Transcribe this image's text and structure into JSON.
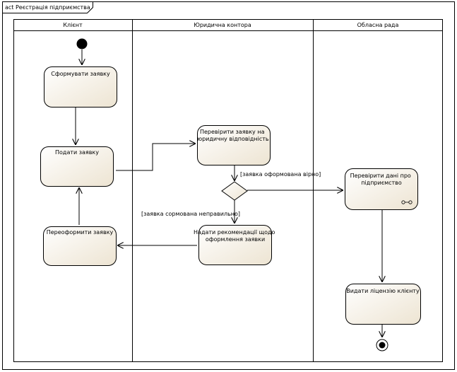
{
  "diagram": {
    "frame_label": "act Реєстрація підприємства",
    "lanes": [
      {
        "id": "client",
        "label": "Клієнт"
      },
      {
        "id": "law",
        "label": "Юридична контора"
      },
      {
        "id": "council",
        "label": "Обласна рада"
      }
    ],
    "actions": {
      "form_request": [
        "Сформувати заявку"
      ],
      "submit_request": [
        "Подати заявку"
      ],
      "redo_request": [
        "Переоформити заявку"
      ],
      "check_request": [
        "Перевірити заявку на",
        "юридичну відповідність"
      ],
      "recommend": [
        "Надати рекомендації щодо",
        "оформлення заявки"
      ],
      "check_data": [
        "Перевірити дані про",
        "підприємство"
      ],
      "issue_license": [
        "Видати ліцензію клієнту"
      ]
    },
    "guards": {
      "ok": "[заявка оформована вірно]",
      "bad": "[заявка сормована неправильно]"
    }
  }
}
